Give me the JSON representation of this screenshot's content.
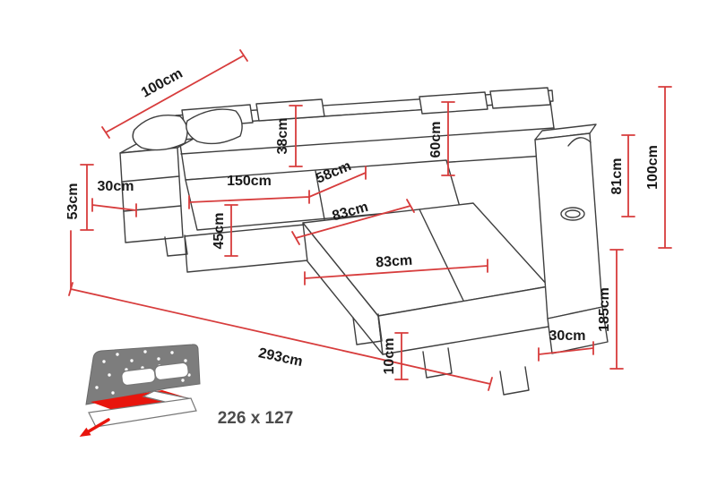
{
  "page": {
    "background": "#ffffff"
  },
  "colors": {
    "dimension_red": "#d73c3c",
    "outline_gray": "#3f3f3f",
    "icon_gray": "#7d7d7d",
    "icon_red": "#e8150d",
    "label_black": "#191919",
    "size_text_gray": "#4c4c4c"
  },
  "labels": {
    "top_depth": "100cm",
    "left_arm_height": "53cm",
    "left_arm_width": "30cm",
    "back_cushion_height": "38cm",
    "seat_width": "150cm",
    "seat_depth": "58cm",
    "seat_height": "45cm",
    "chaise_width": "83cm",
    "backrest_height": "60cm",
    "chaise_length": "83cm",
    "total_height": "100cm",
    "back_height": "81cm",
    "total_depth": "185cm",
    "right_arm_width": "30cm",
    "total_width": "293cm",
    "leg_height": "10cm"
  },
  "bed_icon": {
    "sleeping_area": "226 x 127"
  }
}
